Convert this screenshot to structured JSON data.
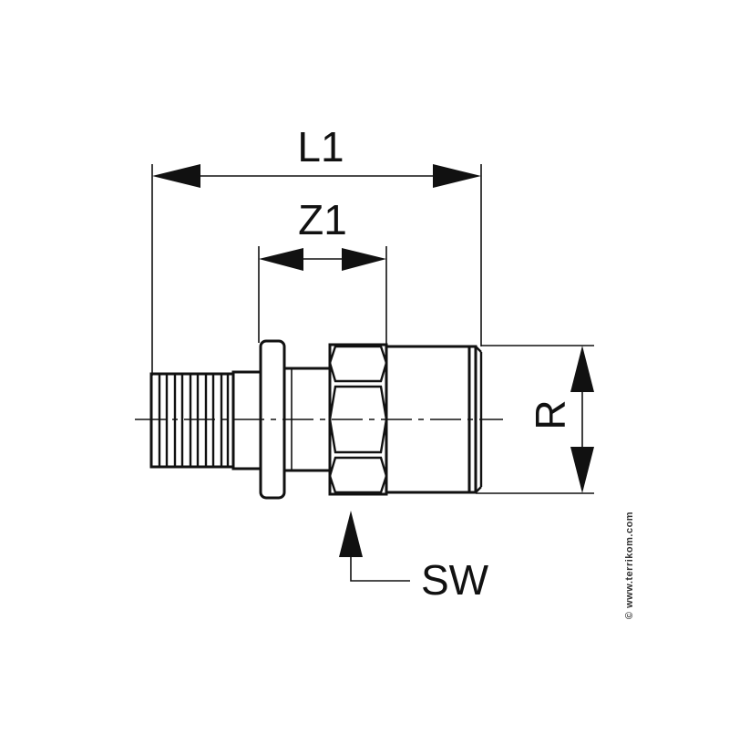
{
  "labels": {
    "overall_length": "L1",
    "insertion_length": "Z1",
    "thread_size": "R",
    "wrench_size": "SW"
  },
  "credit": "© www.terrikom.com",
  "colors": {
    "ink": "#111111",
    "background": "#ffffff"
  }
}
